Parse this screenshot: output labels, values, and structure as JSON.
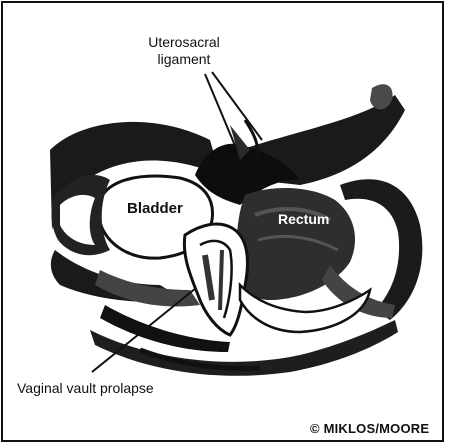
{
  "labels": {
    "uterosacral_line1": "Uterosacral",
    "uterosacral_line2": "ligament",
    "bladder": "Bladder",
    "rectum": "Rectum",
    "vaginal_vault_prolapse": "Vaginal vault prolapse"
  },
  "credit": "© MIKLOS/MOORE",
  "colors": {
    "ink": "#111111",
    "background": "#ffffff",
    "shade": "#3a3a3a"
  }
}
